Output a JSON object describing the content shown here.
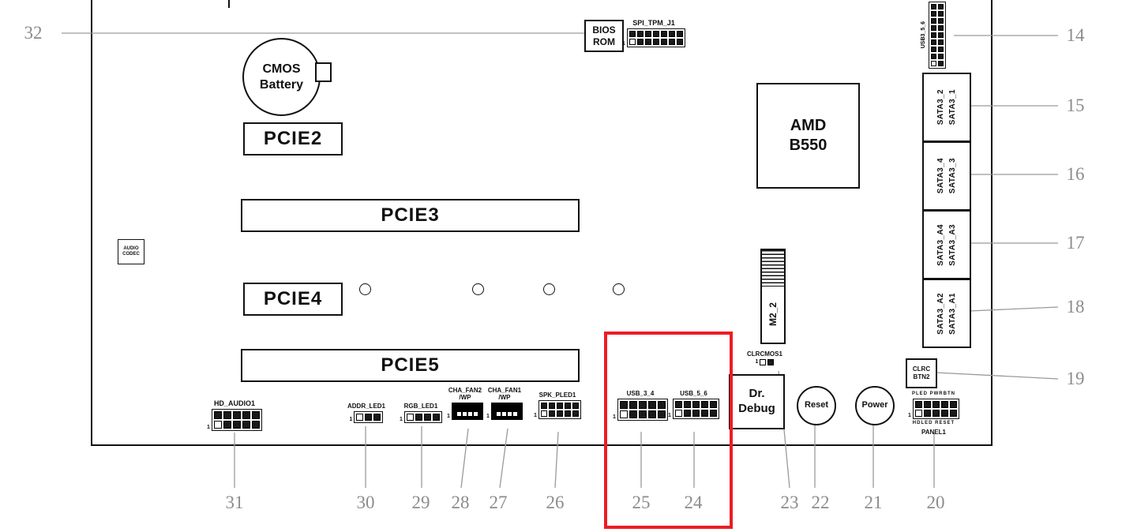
{
  "colors": {
    "highlight": "#ed1c24",
    "callout": "#8c8c8c",
    "line": "#9a9a9a"
  },
  "labels": {
    "cmos_battery": "CMOS\nBattery",
    "pcie2": "PCIE2",
    "pcie3": "PCIE3",
    "pcie4": "PCIE4",
    "pcie5": "PCIE5",
    "audio_codec": "AUDIO\nCODEC",
    "bios_rom": "BIOS\nROM",
    "spi_tpm": "SPI_TPM_J1",
    "chipset": "AMD\nB550",
    "m2": "M2_2",
    "usb3_top": "USB3_5_6",
    "clrcmos": "CLRCMOS1",
    "dr_debug": "Dr.\nDebug",
    "reset": "Reset",
    "power": "Power",
    "clrc_btn": "CLRC\nBTN2",
    "panel_top": "PLED PWRBTN",
    "panel_bottom": "HDLED RESET",
    "panel_name": "PANEL1",
    "hd_audio": "HD_AUDIO1",
    "addr_led": "ADDR_LED1",
    "rgb_led": "RGB_LED1",
    "cha_fan2": "CHA_FAN2\n/WP",
    "cha_fan1": "CHA_FAN1\n/WP",
    "spk_pled": "SPK_PLED1",
    "usb_3_4": "USB_3_4",
    "usb_5_6": "USB_5_6",
    "pin1": "1"
  },
  "sata": [
    {
      "left": "SATA3_2",
      "right": "SATA3_1"
    },
    {
      "left": "SATA3_4",
      "right": "SATA3_3"
    },
    {
      "left": "SATA3_A4",
      "right": "SATA3_A3"
    },
    {
      "left": "SATA3_A2",
      "right": "SATA3_A1"
    }
  ],
  "callouts": {
    "n14": "14",
    "n15": "15",
    "n16": "16",
    "n17": "17",
    "n18": "18",
    "n19": "19",
    "n20": "20",
    "n21": "21",
    "n22": "22",
    "n23": "23",
    "n24": "24",
    "n25": "25",
    "n26": "26",
    "n27": "27",
    "n28": "28",
    "n29": "29",
    "n30": "30",
    "n31": "31",
    "n32": "32"
  }
}
